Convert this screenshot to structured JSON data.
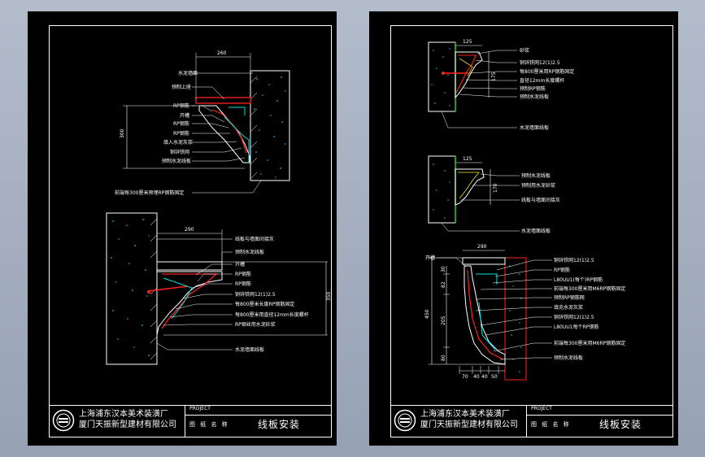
{
  "sheets": {
    "left": {
      "title_block": {
        "company_line1": "上海浦东汉本美术装潢厂",
        "company_line2": "厦门天振新型建材有限公司",
        "project": "PROJECT",
        "name_label": "图 纸 名 称",
        "name_value": "线板安装"
      },
      "detail_a": {
        "dim_top": "260",
        "dim_side": "300",
        "labels": [
          "水泥墙面",
          "预制上座",
          "RP钢筋",
          "开槽",
          "RP钢筋",
          "RP钢筋",
          "填入水泥灰浆",
          "铜锌铁网",
          "预制水泥线板"
        ],
        "note": "前端每300厘米预埋RP钢筋固定"
      },
      "detail_b": {
        "dim_top": "290",
        "dim_side": "350",
        "labels": [
          "线板与墙面间接灰",
          "预制水泥线板",
          "开槽",
          "RP钢筋",
          "RP钢筋",
          "铜锌铁网12(1)2.5",
          "每800厘米长度RP钢筋固定",
          "每800厘米用直径12mm长度螺杆",
          "RP钢丝用水泥砂浆"
        ],
        "note": "水泥墙面线板"
      }
    },
    "right": {
      "title_block": {
        "company_line1": "上海浦东汉本美术装潢厂",
        "company_line2": "厦门天振新型建材有限公司",
        "project": "PROJECT",
        "name_label": "图 纸 名 称",
        "name_value": "线板安装"
      },
      "detail_c": {
        "dim_top": "125",
        "dim_side": "175",
        "labels": [
          "砂浆",
          "铜锌铁网12(1)2.5",
          "每800厘米用RP钢筋固定",
          "直径12mm长度螺杆",
          "预制RP钢筋",
          "预制水泥线板"
        ],
        "note": "水泥墙面线板"
      },
      "detail_d": {
        "dim_top": "125",
        "dim_side": "170",
        "labels": [
          "预制水泥线板",
          "预制用水泥砂浆",
          "线板与墙面间接灰"
        ],
        "note": "水泥墙面线板"
      },
      "detail_e": {
        "dim_top": "290",
        "dim_side": "450",
        "dim_inner": [
          "30",
          "82",
          "205",
          "80"
        ],
        "dim_bottom": [
          "70",
          "40",
          "40",
          "50"
        ],
        "label_left": "开槽",
        "labels": [
          "铜锌铁网12(1)2.5",
          "RP钢筋",
          "L80UU1(每个)RP钢筋",
          "前端每300厘米用M6RP钢筋固定",
          "预制RP钢筋网",
          "填充水泥灰浆",
          "铜锌铁网12(1)2.5",
          "L80UU1每个RP钢筋",
          "前端每300厘米用M6RP钢筋固定",
          "预制水泥线板"
        ]
      }
    }
  },
  "colors": {
    "background": "#000000",
    "line": "#ffffff",
    "dimension": "#ffffff",
    "leader": "#ffffff",
    "wall": "#00c8d8",
    "profile": "#ff2020",
    "rebar": "#00e0e0",
    "green": "#20d020",
    "yellow": "#f0e020"
  }
}
